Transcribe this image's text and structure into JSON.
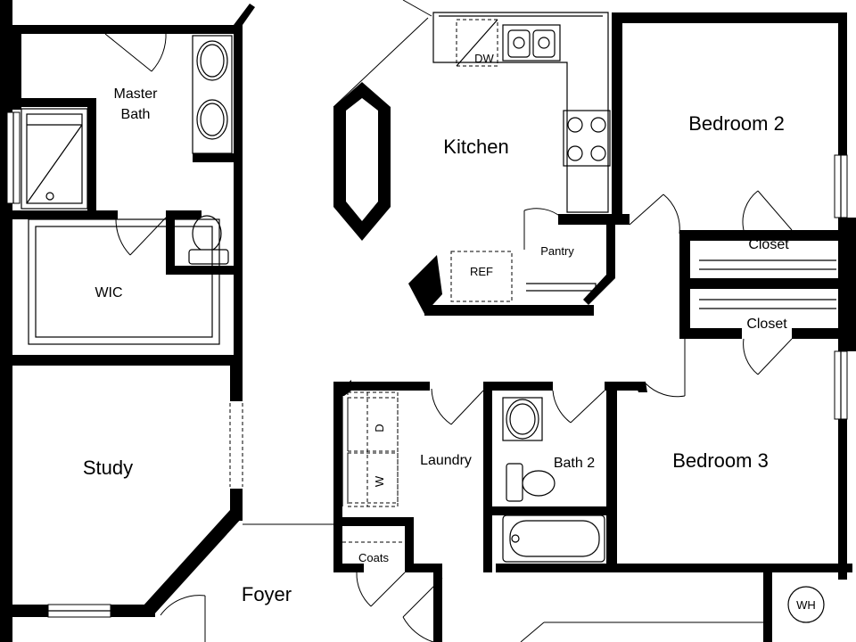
{
  "rooms": {
    "master_bath": [
      "Master",
      "Bath"
    ],
    "kitchen": "Kitchen",
    "bedroom_2": "Bedroom 2",
    "closet_1": "Closet",
    "closet_2": "Closet",
    "wic": "WIC",
    "pantry": "Pantry",
    "ref": "REF",
    "dw": "DW",
    "study": "Study",
    "laundry": "Laundry",
    "dryer": "D",
    "washer": "W",
    "bath_2": "Bath 2",
    "bedroom_3": "Bedroom 3",
    "coats": "Coats",
    "foyer": "Foyer",
    "water_heater": "WH"
  }
}
